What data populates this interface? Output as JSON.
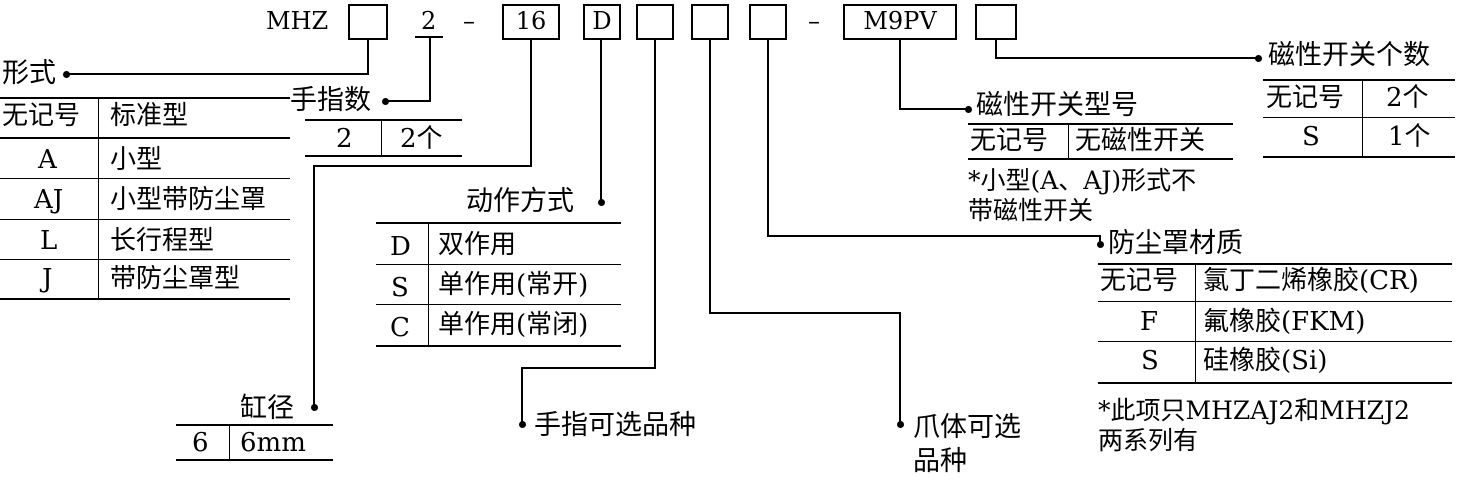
{
  "code_row": {
    "prefix": "MHZ",
    "fingers": "2",
    "dash1": "–",
    "bore": "16",
    "action": "D",
    "dash2": "–",
    "switch": "M9PV"
  },
  "form": {
    "title": "形式",
    "header": [
      "无记号",
      "标准型"
    ],
    "rows": [
      [
        "A",
        "小型"
      ],
      [
        "AJ",
        "小型带防尘罩"
      ],
      [
        "L",
        "长行程型"
      ],
      [
        "J",
        "带防尘罩型"
      ]
    ]
  },
  "fingers": {
    "title": "手指数",
    "rows": [
      [
        "2",
        "2个"
      ]
    ]
  },
  "action": {
    "title": "动作方式",
    "rows": [
      [
        "D",
        "双作用"
      ],
      [
        "S",
        "单作用(常开)"
      ],
      [
        "C",
        "单作用(常闭)"
      ]
    ]
  },
  "bore": {
    "title": "缸径",
    "rows": [
      [
        "6",
        "6mm"
      ]
    ]
  },
  "finger_option": {
    "title": "手指可选品种"
  },
  "jaw_option": {
    "title_line1": "爪体可选",
    "title_line2": "品种"
  },
  "switch_model": {
    "title": "磁性开关型号",
    "rows": [
      [
        "无记号",
        "无磁性开关"
      ]
    ],
    "note_line1": "*小型(A、AJ)形式不",
    "note_line2": "带磁性开关"
  },
  "switch_count": {
    "title": "磁性开关个数",
    "rows": [
      [
        "无记号",
        "2个"
      ],
      [
        "S",
        "1个"
      ]
    ]
  },
  "boot_material": {
    "title": "防尘罩材质",
    "rows": [
      [
        "无记号",
        "氯丁二烯橡胶(CR)"
      ],
      [
        "F",
        "氟橡胶(FKM)"
      ],
      [
        "S",
        "硅橡胶(Si)"
      ]
    ],
    "note_line1": "*此项只MHZAJ2和MHZJ2",
    "note_line2": "两系列有"
  }
}
